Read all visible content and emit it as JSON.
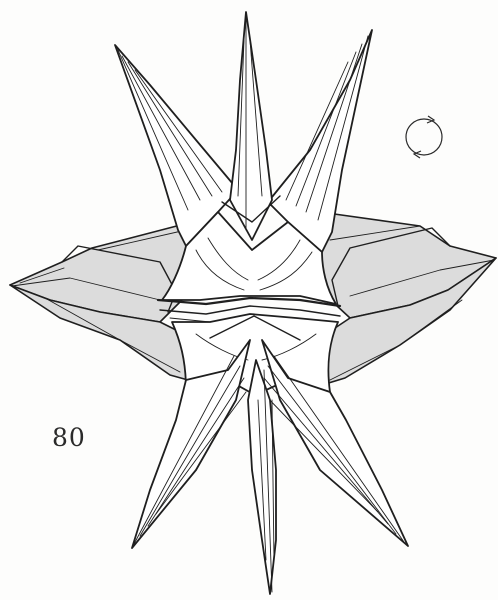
{
  "diagram": {
    "step_number": "80",
    "subject": "origami-star",
    "symbols": [
      "turn-over-symbol"
    ]
  },
  "colors": {
    "line": "#1f1f1f",
    "paper_colored_side": "#dcdcdc",
    "paper_white_side": "#ffffff",
    "background": "#fdfdfc"
  }
}
